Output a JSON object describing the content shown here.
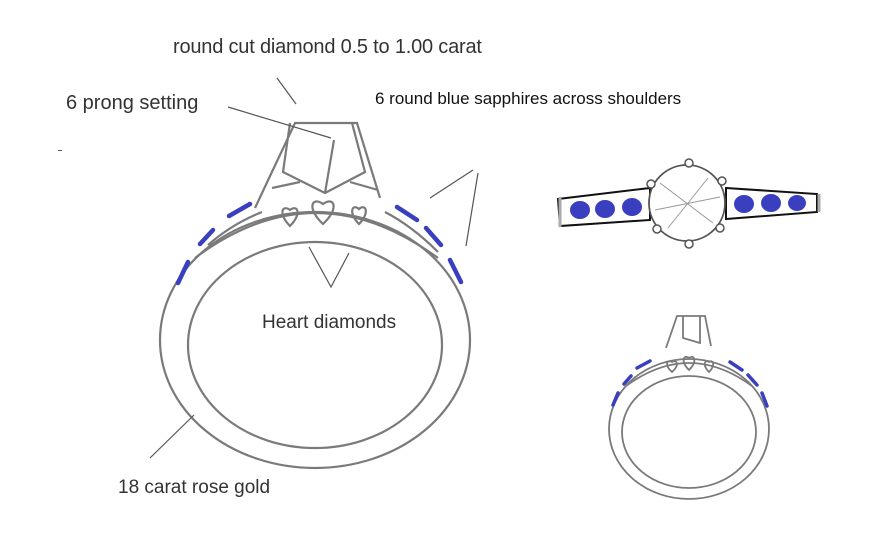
{
  "labels": {
    "diamond": "round cut diamond 0.5 to 1.00 carat",
    "prong": "6 prong setting",
    "sapphires": "6 round blue sapphires across shoulders",
    "hearts": "Heart diamonds",
    "gold": "18 carat rose gold"
  },
  "colors": {
    "sapphire": "#3a3fbf",
    "outline": "#7a7a7a",
    "leader": "#555555"
  }
}
